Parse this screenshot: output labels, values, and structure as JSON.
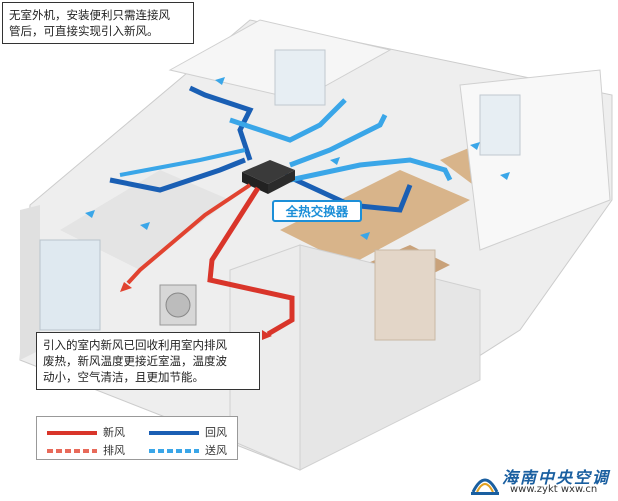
{
  "callouts": {
    "top_lines": [
      "无室外机，安装便利只需连接风",
      "管后，可直接实现引入新风。"
    ],
    "bottom_lines": [
      "引入的室内新风已回收利用室内排风",
      "废热，新风温度更接近室温，温度波",
      "动小，空气清洁，且更加节能。"
    ]
  },
  "device_label": "全热交换器",
  "legend": {
    "items": [
      {
        "label": "新风",
        "color": "#d9352a",
        "dashed": false
      },
      {
        "label": "回风",
        "color": "#1a5fb4",
        "dashed": false
      },
      {
        "label": "排风",
        "color": "#e86a5a",
        "dashed": true
      },
      {
        "label": "送风",
        "color": "#3aa6e8",
        "dashed": true
      }
    ]
  },
  "watermark": {
    "name": "海南中央空调",
    "url": "www.zykt wxw.cn"
  },
  "colors": {
    "fresh_air": "#d9352a",
    "return_air": "#1a5fb4",
    "supply_air": "#3aa6e8",
    "exhaust_air": "#e86a5a",
    "floor_wood": "#d8b48a",
    "wall": "#f2f2f2"
  }
}
